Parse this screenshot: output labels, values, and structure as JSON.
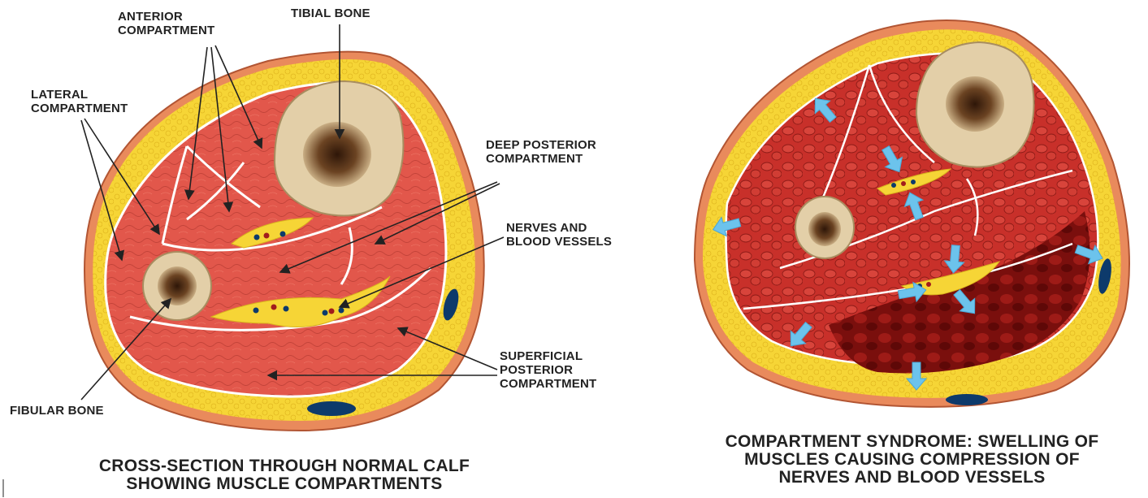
{
  "left_figure": {
    "labels": {
      "anterior": [
        "ANTERIOR",
        "COMPARTMENT"
      ],
      "tibial": [
        "TIBIAL BONE"
      ],
      "lateral": [
        "LATERAL",
        "COMPARTMENT"
      ],
      "deep_posterior": [
        "DEEP POSTERIOR",
        "COMPARTMENT"
      ],
      "nerves": [
        "NERVES AND",
        "BLOOD VESSELS"
      ],
      "superficial": [
        "SUPERFICIAL",
        "POSTERIOR",
        "COMPARTMENT"
      ],
      "fibular": [
        "FIBULAR BONE"
      ]
    },
    "caption": [
      "CROSS-SECTION THROUGH NORMAL CALF",
      "SHOWING MUSCLE COMPARTMENTS"
    ]
  },
  "right_figure": {
    "caption": [
      "COMPARTMENT SYNDROME: SWELLING OF",
      "MUSCLES CAUSING COMPRESSION OF",
      "NERVES AND BLOOD VESSELS"
    ]
  },
  "colors": {
    "skin": "#e98a5c",
    "fat": "#f6d536",
    "muscle": "#e2574b",
    "muscle_swollen": "#c8302a",
    "hemorrhage": "#7a0f0d",
    "bone": "#e3cfa8",
    "marrow": "#4a2a14",
    "arrow": "#6cc3ec",
    "vein": "#0d3a6b"
  }
}
